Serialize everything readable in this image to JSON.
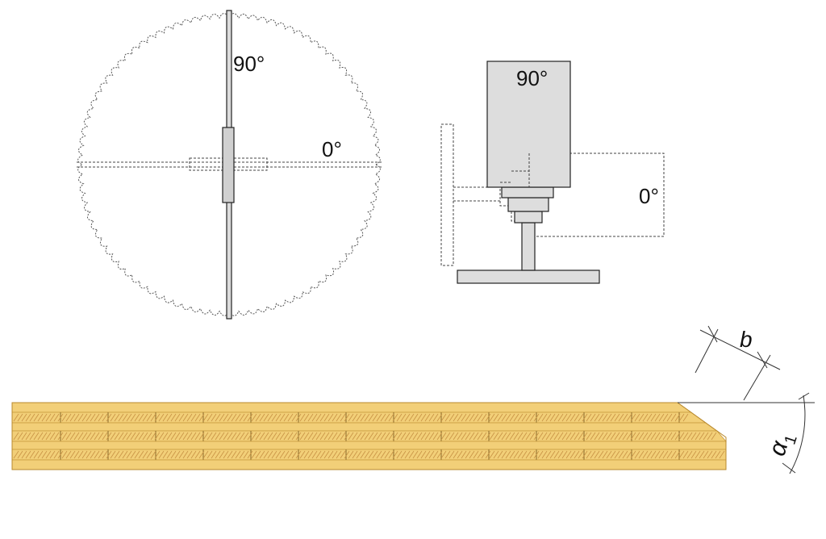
{
  "saw_blade": {
    "angle_vertical_label": "90°",
    "angle_horizontal_label": "0°"
  },
  "side_view": {
    "motor_angle_label": "90°",
    "tilted_angle_label": "0°"
  },
  "panel": {
    "layer_count": 3,
    "bevel_width_label": "b",
    "bevel_angle_label": "α",
    "bevel_angle_subscript": "1"
  },
  "colors": {
    "wood": "#f2cf78",
    "wood_edge": "#c99a3c",
    "grain": "#c89244",
    "housing": "#dddddd",
    "line": "#222222"
  }
}
